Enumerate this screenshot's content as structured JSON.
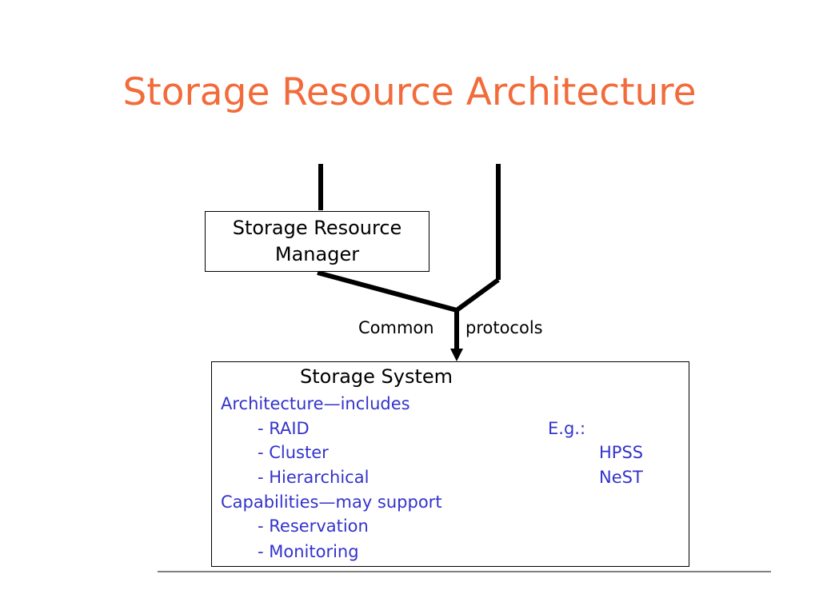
{
  "title": "Storage Resource Architecture",
  "srm_box": {
    "line1": "Storage Resource",
    "line2": "Manager"
  },
  "protocols_label": {
    "word1": "Common",
    "word2": "protocols"
  },
  "storage_system": {
    "title": "Storage System",
    "architecture_heading": "Architecture—includes",
    "architecture_items": [
      "- RAID",
      "- Cluster",
      "- Hierarchical"
    ],
    "capabilities_heading": "Capabilities—may support",
    "capabilities_items": [
      "- Reservation",
      "- Monitoring"
    ],
    "examples_heading": "E.g.:",
    "examples": [
      "HPSS",
      "NeST"
    ]
  },
  "colors": {
    "title": "#f26b3a",
    "body_text": "#3333cc",
    "lines": "#000000",
    "rule": "#808080"
  }
}
